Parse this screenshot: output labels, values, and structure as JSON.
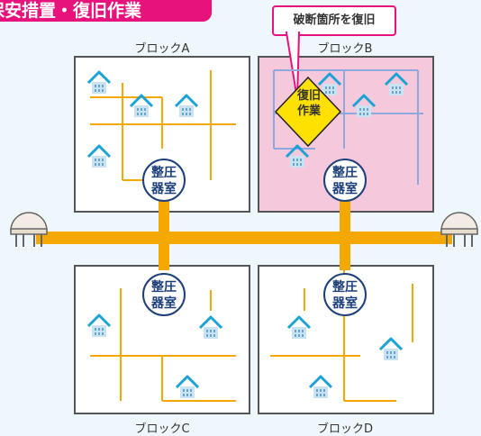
{
  "title": "保安措置・復旧作業",
  "callout": "破断箇所を復旧",
  "repair_marker": [
    "復旧",
    "作業"
  ],
  "regulator_label": [
    "整圧",
    "器室"
  ],
  "blocks": [
    {
      "id": "A",
      "label": "ブロックA"
    },
    {
      "id": "B",
      "label": "ブロックB"
    },
    {
      "id": "C",
      "label": "ブロックC"
    },
    {
      "id": "D",
      "label": "ブロックD"
    }
  ],
  "colors": {
    "accent": "#e8127c",
    "main_pipe": "#f5a800",
    "branch_pipe": "#f5a800",
    "repaired_pipe": "#8fa8dc",
    "marker": "#ffe100",
    "background": "#eef7fb",
    "damaged_area": "#f6c8dc",
    "regulator": "#1d3f7a"
  }
}
